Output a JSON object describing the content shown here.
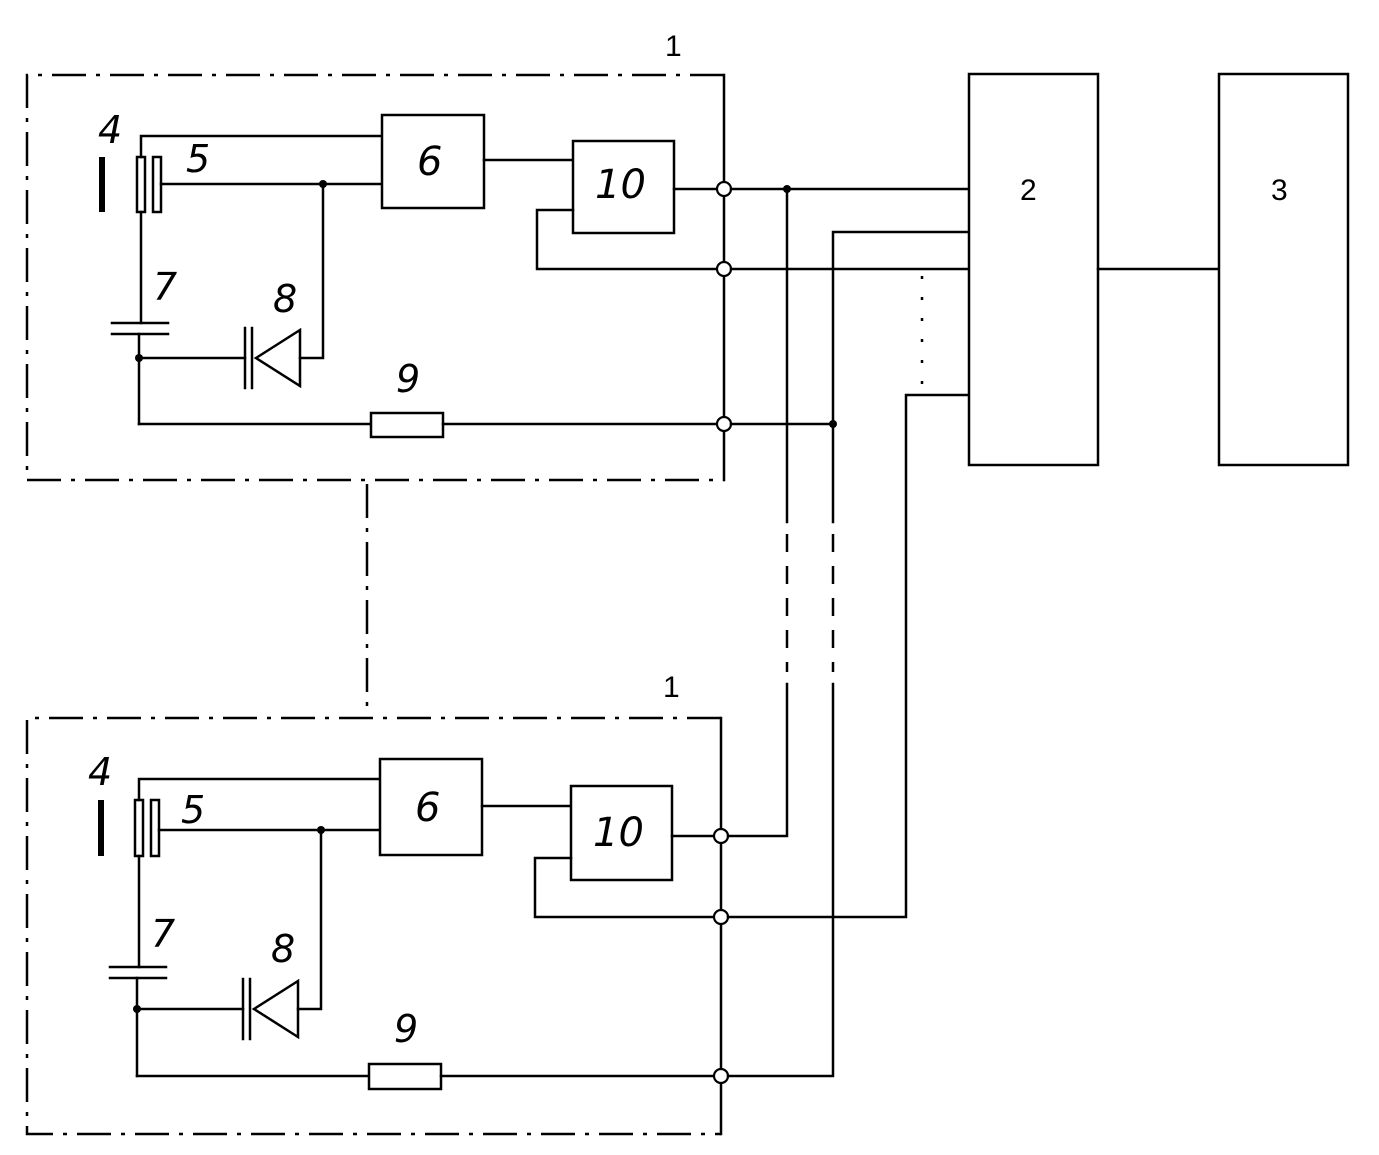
{
  "diagram": {
    "top_module": {
      "module_label": "1",
      "sensor_label": "4",
      "electrodes_label": "5",
      "block_label": "6",
      "block_10_label": "10",
      "capacitor_label": "7",
      "diode_label": "8",
      "resistor_label": "9"
    },
    "bottom_module": {
      "module_label": "1",
      "sensor_label": "4",
      "electrodes_label": "5",
      "block_label": "6",
      "block_10_label": "10",
      "capacitor_label": "7",
      "diode_label": "8",
      "resistor_label": "9"
    },
    "unit_2_label": "2",
    "unit_3_label": "3"
  }
}
